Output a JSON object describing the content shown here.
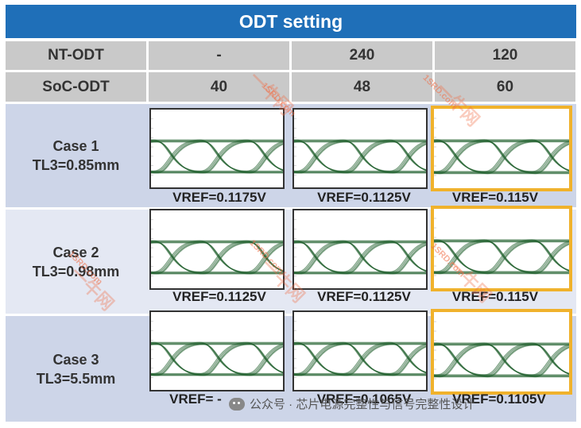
{
  "title": "ODT setting",
  "header_rows": [
    {
      "label": "NT-ODT",
      "values": [
        "-",
        "240",
        "120"
      ]
    },
    {
      "label": "SoC-ODT",
      "values": [
        "40",
        "48",
        "60"
      ]
    }
  ],
  "cases": [
    {
      "name": "Case 1",
      "tl": "TL3=0.85mm",
      "vrefs": [
        "VREF=0.1175V",
        "VREF=0.1125V",
        "VREF=0.115V"
      ],
      "highlight_col": 2
    },
    {
      "name": "Case 2",
      "tl": "TL3=0.98mm",
      "vrefs": [
        "VREF=0.1125V",
        "VREF=0.1125V",
        "VREF=0.115V"
      ],
      "highlight_col": 2
    },
    {
      "name": "Case 3",
      "tl": "TL3=5.5mm",
      "vrefs": [
        "VREF= -",
        "VREF=0.1065V",
        "VREF=0.1105V"
      ],
      "highlight_col": 2
    }
  ],
  "colors": {
    "title_bg": "#1f6fb8",
    "header_bg": "#c9c9c9",
    "row_bg_1": "#cdd5e8",
    "row_bg_2": "#e4e8f3",
    "highlight": "#f0b22c",
    "eye_trace": "#1f5e2c"
  },
  "watermark": {
    "site": "1SRD.com",
    "brand": "一牛网"
  },
  "footer": {
    "icon": "wechat-icon",
    "text": "公众号 · 芯片电源完整性与信号完整性设计"
  }
}
